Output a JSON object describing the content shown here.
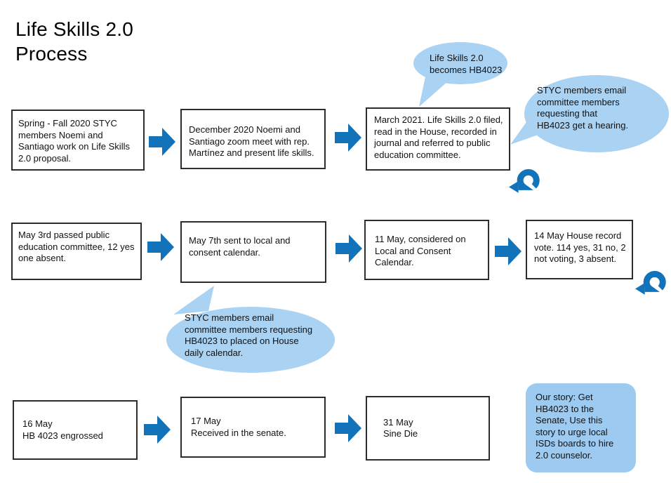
{
  "title": {
    "line1": "Life Skills 2.0",
    "line2": "Process"
  },
  "colors": {
    "arrow": "#1273ba",
    "bubble": "#a9d2f3",
    "note": "#9ccaf1",
    "box_border": "#2d2d2d"
  },
  "boxes": {
    "r1b1": "Spring - Fall 2020 STYC members Noemi and Santiago work on Life Skills 2.0 proposal.",
    "r1b2": "December 2020 Noemi and Santiago zoom meet with rep. Martínez and present life skills.",
    "r1b3": "March 2021. Life Skills  2.0 filed, read in the House, recorded in journal and referred to public education committee.",
    "r2b1": "May 3rd passed public education committee, 12 yes one absent.",
    "r2b2": "May 7th sent to local and consent calendar.",
    "r2b3": "11 May, considered on Local and Consent Calendar.",
    "r2b4": "14 May House record vote. 114 yes, 31 no, 2 not voting, 3 absent.",
    "r3b1": "16 May\nHB 4023 engrossed",
    "r3b2": "17 May\nReceived in the senate.",
    "r3b3": "31 May\nSine Die"
  },
  "bubbles": {
    "becomes": "Life Skills 2.0\nbecomes HB4023",
    "hearing": "STYC members email\ncommittee members\nrequesting that\nHB4023 get a hearing.",
    "calendar": "STYC members email\ncommittee members requesting\nHB4023 to placed on House\ndaily calendar."
  },
  "note": "Our story: Get\nHB4023 to the\nSenate, Use this\nstory to urge local\nISDs boards to hire\n2.0 counselor."
}
